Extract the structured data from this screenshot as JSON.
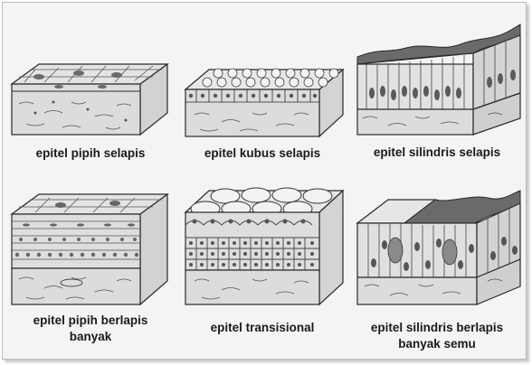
{
  "tissues": [
    {
      "label": "epitel pipih selapis"
    },
    {
      "label": "epitel kubus selapis"
    },
    {
      "label": "epitel silindris selapis"
    },
    {
      "label_line1": "epitel pipih berlapis",
      "label_line2": "banyak"
    },
    {
      "label": "epitel transisional"
    },
    {
      "label_line1": "epitel silindris berlapis",
      "label_line2": "banyak semu"
    }
  ],
  "colors": {
    "ink": "#2a2a2a",
    "tissue_fill": "#e6e6e6",
    "apical_dark": "#6a6a6a",
    "connective": "#dedede",
    "background": "#f4f4f4"
  }
}
